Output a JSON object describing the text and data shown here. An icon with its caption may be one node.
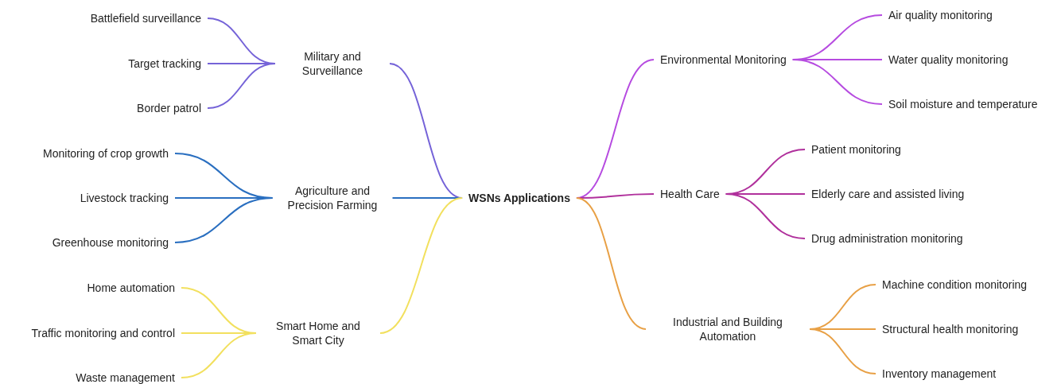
{
  "diagram": {
    "nodes": [
      {
        "text": [
          "WSNs Applications"
        ]
      },
      {
        "text": [
          "Military and Surveillance"
        ]
      },
      {
        "text": [
          "Battlefield surveillance"
        ]
      },
      {
        "text": [
          "Target tracking"
        ]
      },
      {
        "text": [
          "Border patrol"
        ]
      },
      {
        "text": [
          "Agriculture and Precision Farming"
        ]
      },
      {
        "text": [
          "Monitoring of crop growth"
        ]
      },
      {
        "text": [
          "Livestock tracking"
        ]
      },
      {
        "text": [
          "Greenhouse monitoring"
        ]
      },
      {
        "text": [
          "Smart Home and Smart City"
        ]
      },
      {
        "text": [
          "Home automation"
        ]
      },
      {
        "text": [
          "Traffic monitoring and control"
        ]
      },
      {
        "text": [
          "Waste management"
        ]
      },
      {
        "text": [
          "Environmental Monitoring"
        ]
      },
      {
        "text": [
          "Air quality monitoring"
        ]
      },
      {
        "text": [
          "Water quality monitoring"
        ]
      },
      {
        "text": [
          "Soil moisture and temperature"
        ]
      },
      {
        "text": [
          "Health Care"
        ]
      },
      {
        "text": [
          "Patient monitoring"
        ]
      },
      {
        "text": [
          "Elderly care and assisted living"
        ]
      },
      {
        "text": [
          "Drug administration monitoring"
        ]
      },
      {
        "text": [
          "Industrial and Building Automation"
        ]
      },
      {
        "text": [
          "Machine condition monitoring"
        ]
      },
      {
        "text": [
          "Structural health monitoring"
        ]
      },
      {
        "text": [
          "Inventory management"
        ]
      }
    ],
    "edges": [
      {
        "from": 0,
        "to": 1,
        "arrow": "none",
        "color": "#7563d8"
      },
      {
        "from": 1,
        "to": 2,
        "arrow": "none",
        "color": "#7563d8"
      },
      {
        "from": 1,
        "to": 3,
        "arrow": "none",
        "color": "#7563d8"
      },
      {
        "from": 1,
        "to": 4,
        "arrow": "none",
        "color": "#7563d8"
      },
      {
        "from": 0,
        "to": 5,
        "arrow": "none",
        "color": "#2a6fc0"
      },
      {
        "from": 5,
        "to": 6,
        "arrow": "none",
        "color": "#2a6fc0"
      },
      {
        "from": 5,
        "to": 7,
        "arrow": "none",
        "color": "#2a6fc0"
      },
      {
        "from": 5,
        "to": 8,
        "arrow": "none",
        "color": "#2a6fc0"
      },
      {
        "from": 0,
        "to": 9,
        "arrow": "none",
        "color": "#f2e05e"
      },
      {
        "from": 9,
        "to": 10,
        "arrow": "none",
        "color": "#f2e05e"
      },
      {
        "from": 9,
        "to": 11,
        "arrow": "none",
        "color": "#f2e05e"
      },
      {
        "from": 9,
        "to": 12,
        "arrow": "none",
        "color": "#f2e05e"
      },
      {
        "from": 0,
        "to": 13,
        "arrow": "none",
        "color": "#b64be0"
      },
      {
        "from": 13,
        "to": 14,
        "arrow": "none",
        "color": "#b64be0"
      },
      {
        "from": 13,
        "to": 15,
        "arrow": "none",
        "color": "#b64be0"
      },
      {
        "from": 13,
        "to": 16,
        "arrow": "none",
        "color": "#b64be0"
      },
      {
        "from": 0,
        "to": 17,
        "arrow": "none",
        "color": "#b0309c"
      },
      {
        "from": 17,
        "to": 18,
        "arrow": "none",
        "color": "#b0309c"
      },
      {
        "from": 17,
        "to": 19,
        "arrow": "none",
        "color": "#b0309c"
      },
      {
        "from": 17,
        "to": 20,
        "arrow": "none",
        "color": "#b0309c"
      },
      {
        "from": 0,
        "to": 21,
        "arrow": "none",
        "color": "#e8a045"
      },
      {
        "from": 21,
        "to": 22,
        "arrow": "none",
        "color": "#e8a045"
      },
      {
        "from": 21,
        "to": 23,
        "arrow": "none",
        "color": "#e8a045"
      },
      {
        "from": 21,
        "to": 24,
        "arrow": "none",
        "color": "#e8a045"
      }
    ]
  }
}
